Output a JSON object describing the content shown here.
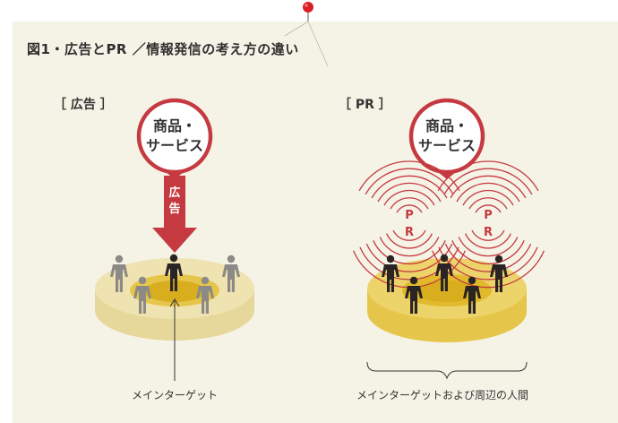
{
  "figure": {
    "title": "図1・広告とPR ／情報発信の考え方の違い"
  },
  "panels": {
    "ad": {
      "label": "［ 広告 ］",
      "circle_line1": "商品・",
      "circle_line2": "サービス",
      "arrow_line1": "広",
      "arrow_line2": "告",
      "caption": "メインターゲット"
    },
    "pr": {
      "label": "［ PR ］",
      "circle_line1": "商品・",
      "circle_line2": "サービス",
      "wave_left_p": "P",
      "wave_left_r": "R",
      "wave_right_p": "P",
      "wave_right_r": "R",
      "caption": "メインターゲットおよび周辺の人間"
    }
  },
  "colors": {
    "accent_red": "#c53a40",
    "background": "#f5f3e6",
    "disc_pale": "#e9dba0",
    "disc_gold": "#e8cf5a",
    "center_gold": "#d8ae1e",
    "person_dark": "#2a2424",
    "person_gray": "#8c8a86"
  }
}
